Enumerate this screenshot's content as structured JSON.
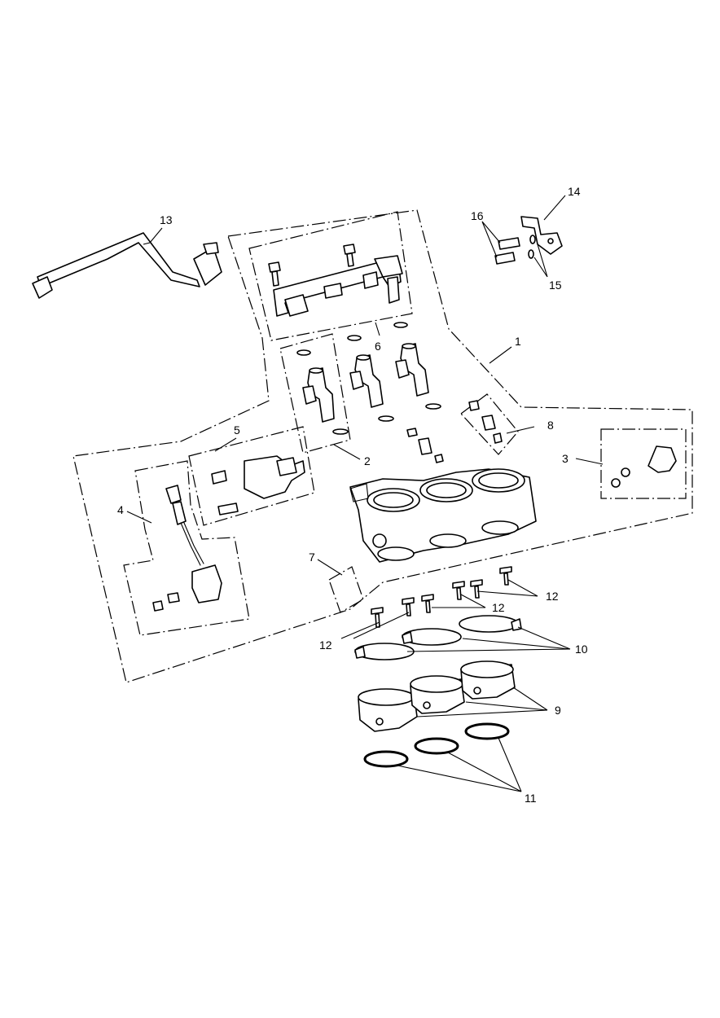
{
  "callouts": [
    {
      "id": "c1",
      "label": "1"
    },
    {
      "id": "c2",
      "label": "2"
    },
    {
      "id": "c3",
      "label": "3"
    },
    {
      "id": "c4",
      "label": "4"
    },
    {
      "id": "c5",
      "label": "5"
    },
    {
      "id": "c6",
      "label": "6"
    },
    {
      "id": "c7",
      "label": "7"
    },
    {
      "id": "c8",
      "label": "8"
    },
    {
      "id": "c9",
      "label": "9"
    },
    {
      "id": "c10",
      "label": "10"
    },
    {
      "id": "c11",
      "label": "11"
    },
    {
      "id": "c12a",
      "label": "12"
    },
    {
      "id": "c12b",
      "label": "12"
    },
    {
      "id": "c12c",
      "label": "12"
    },
    {
      "id": "c13",
      "label": "13"
    },
    {
      "id": "c14",
      "label": "14"
    },
    {
      "id": "c15",
      "label": "15"
    },
    {
      "id": "c16",
      "label": "16"
    }
  ]
}
